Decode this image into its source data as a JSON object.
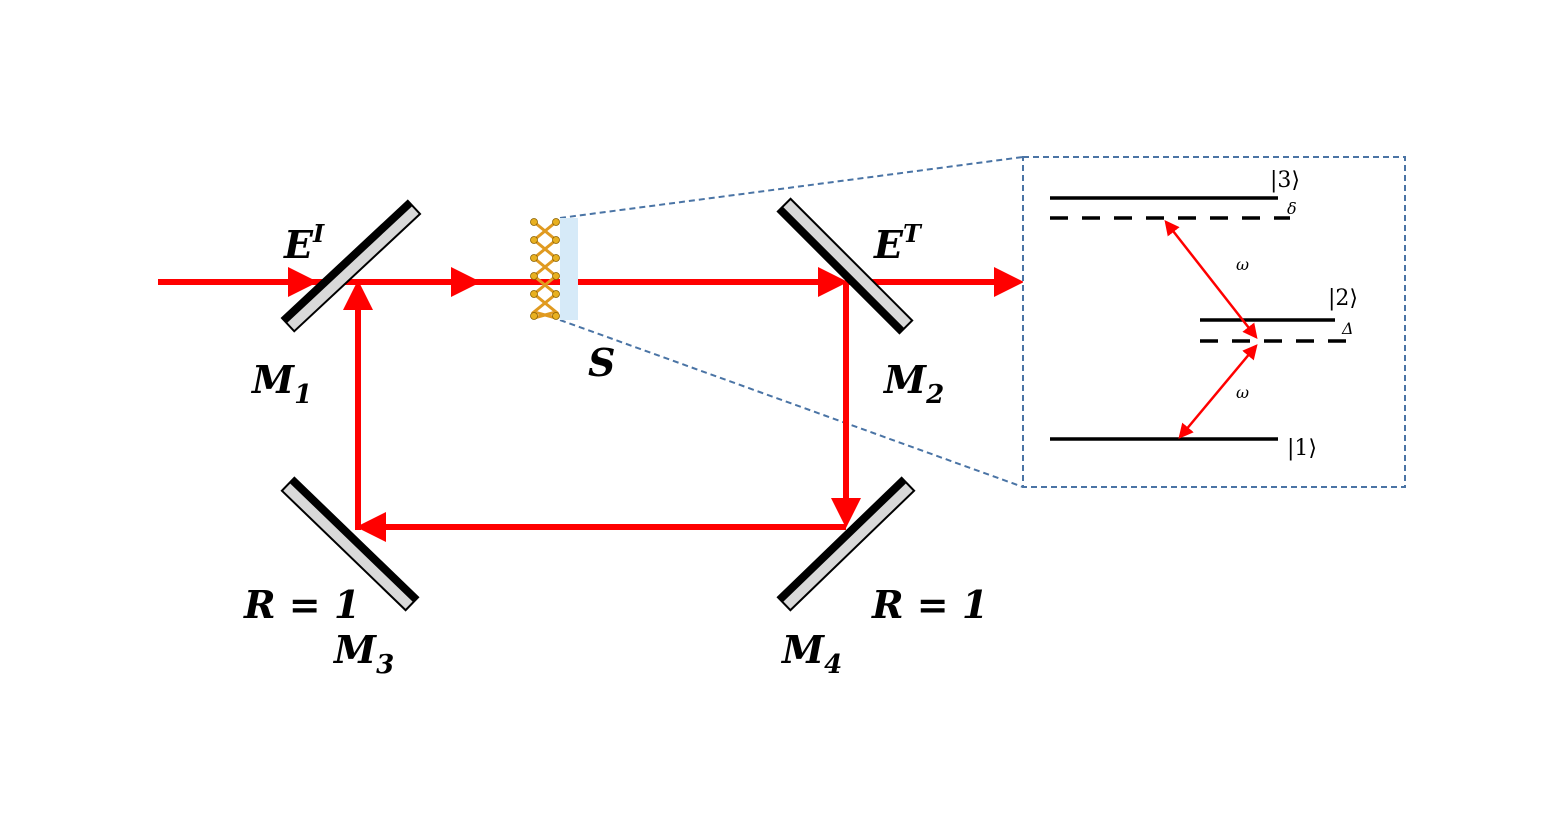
{
  "labels": {
    "input_field": {
      "base": "E",
      "sup": "I"
    },
    "transmitted_field": {
      "base": "E",
      "sup": "T"
    },
    "sample": "S",
    "mirror1": {
      "base": "M",
      "sub": "1"
    },
    "mirror2": {
      "base": "M",
      "sub": "2"
    },
    "mirror3": {
      "base": "M",
      "sub": "3"
    },
    "mirror4": {
      "base": "M",
      "sub": "4"
    },
    "reflectivity_m3": "R = 1",
    "reflectivity_m4": "R = 1"
  },
  "inset": {
    "level3": "|3⟩",
    "level2": "|2⟩",
    "level1": "|1⟩",
    "detuning_upper": "δ",
    "detuning_middle": "Δ",
    "frequency_upper": "ω",
    "frequency_lower": "ω"
  },
  "colors": {
    "beam": "#ff0000",
    "inset_border": "#4a74a5",
    "mirror_fill": "#d9d9d9",
    "sample_substrate": "#d6eaf8",
    "molecule": "#e8b020"
  }
}
